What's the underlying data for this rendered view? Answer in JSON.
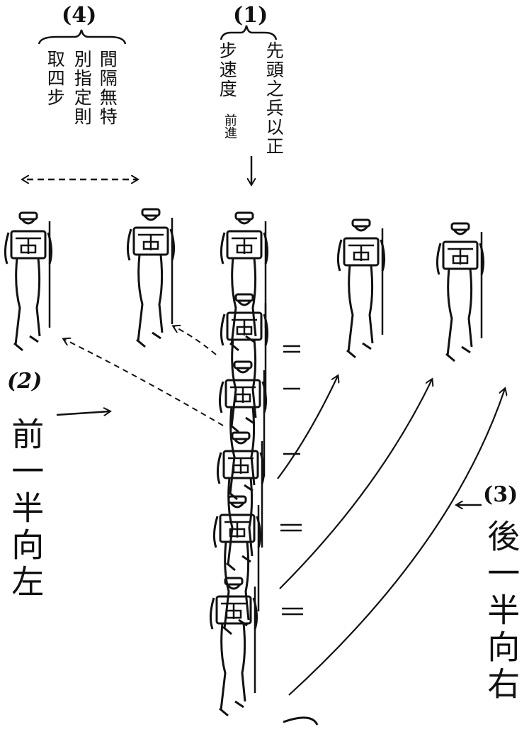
{
  "groups": {
    "g1": {
      "number": "(1)",
      "col_right": "先頭之兵以正",
      "col_left_a": "步速度",
      "col_left_b": "前進"
    },
    "g2": {
      "number": "(2)",
      "text": "前一半向左"
    },
    "g3": {
      "number": "(3)",
      "text": "後一半向右"
    },
    "g4": {
      "number": "(4)",
      "col_1": "間隔無特",
      "col_2": "別指定則",
      "col_3": "取四步"
    }
  }
}
